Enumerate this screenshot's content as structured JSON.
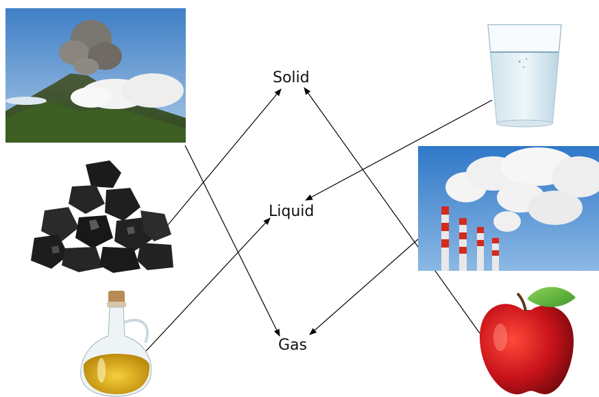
{
  "labels": {
    "solid": "Solid",
    "liquid": "Liquid",
    "gas": "Gas"
  },
  "items": [
    {
      "icon": "volcano-icon",
      "state": "Gas"
    },
    {
      "icon": "coal-icon",
      "state": "Solid"
    },
    {
      "icon": "oil-bottle-icon",
      "state": "Liquid"
    },
    {
      "icon": "water-glass-icon",
      "state": "Liquid"
    },
    {
      "icon": "factory-smoke-icon",
      "state": "Gas"
    },
    {
      "icon": "apple-icon",
      "state": "Solid"
    }
  ],
  "colors": {
    "arrow": "#000000",
    "sky": "#6fa3d8",
    "apple": "#c8121a",
    "oil": "#e0b020"
  }
}
